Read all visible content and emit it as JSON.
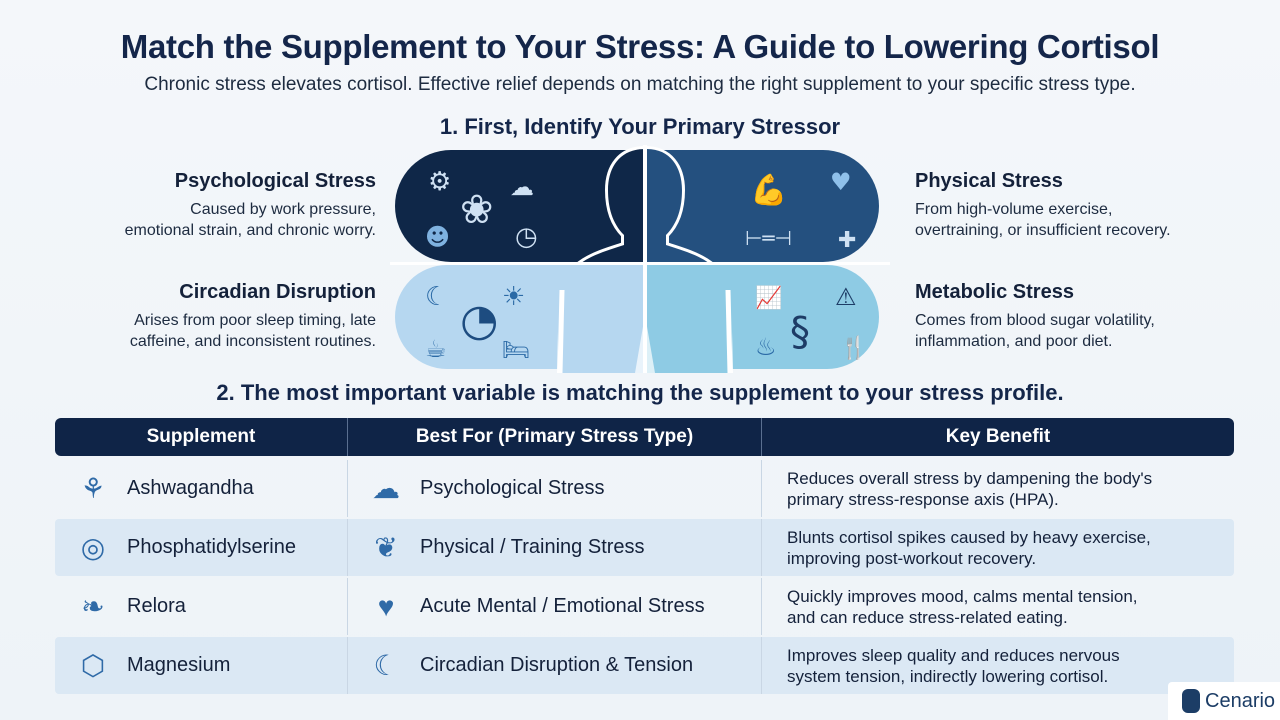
{
  "title": "Match the Supplement to Your Stress: A Guide to Lowering Cortisol",
  "subtitle": "Chronic stress elevates cortisol. Effective relief depends on matching the right supplement to your specific stress type.",
  "section1": "1. First, Identify Your Primary Stressor",
  "stressors": [
    {
      "title": "Psychological Stress",
      "desc1": "Caused by work pressure,",
      "desc2": "emotional strain, and chronic worry."
    },
    {
      "title": "Physical Stress",
      "desc1": "From high-volume exercise,",
      "desc2": "overtraining, or insufficient recovery."
    },
    {
      "title": "Circadian Disruption",
      "desc1": "Arises from poor sleep timing, late",
      "desc2": "caffeine, and inconsistent routines."
    },
    {
      "title": "Metabolic Stress",
      "desc1": "Comes from blood sugar volatility,",
      "desc2": "inflammation, and poor diet."
    }
  ],
  "section2": "2. The most important variable is matching the supplement to your stress profile.",
  "table": {
    "headers": [
      "Supplement",
      "Best For (Primary Stress Type)",
      "Key Benefit"
    ],
    "rows": [
      {
        "supplement": "Ashwagandha",
        "best_for": "Psychological Stress",
        "benefit1": "Reduces overall stress by dampening the body's",
        "benefit2": "primary stress-response axis (HPA)."
      },
      {
        "supplement": "Phosphatidylserine",
        "best_for": "Physical / Training Stress",
        "benefit1": "Blunts cortisol spikes caused by heavy exercise,",
        "benefit2": "improving post-workout recovery."
      },
      {
        "supplement": "Relora",
        "best_for": "Acute Mental / Emotional Stress",
        "benefit1": "Quickly improves mood, calms mental tension,",
        "benefit2": "and can reduce stress-related eating."
      },
      {
        "supplement": "Magnesium",
        "best_for": "Circadian Disruption & Tension",
        "benefit1": "Improves sleep quality and reduces nervous",
        "benefit2": "system tension, indirectly lowering cortisol."
      }
    ]
  },
  "logo": "Cenario"
}
